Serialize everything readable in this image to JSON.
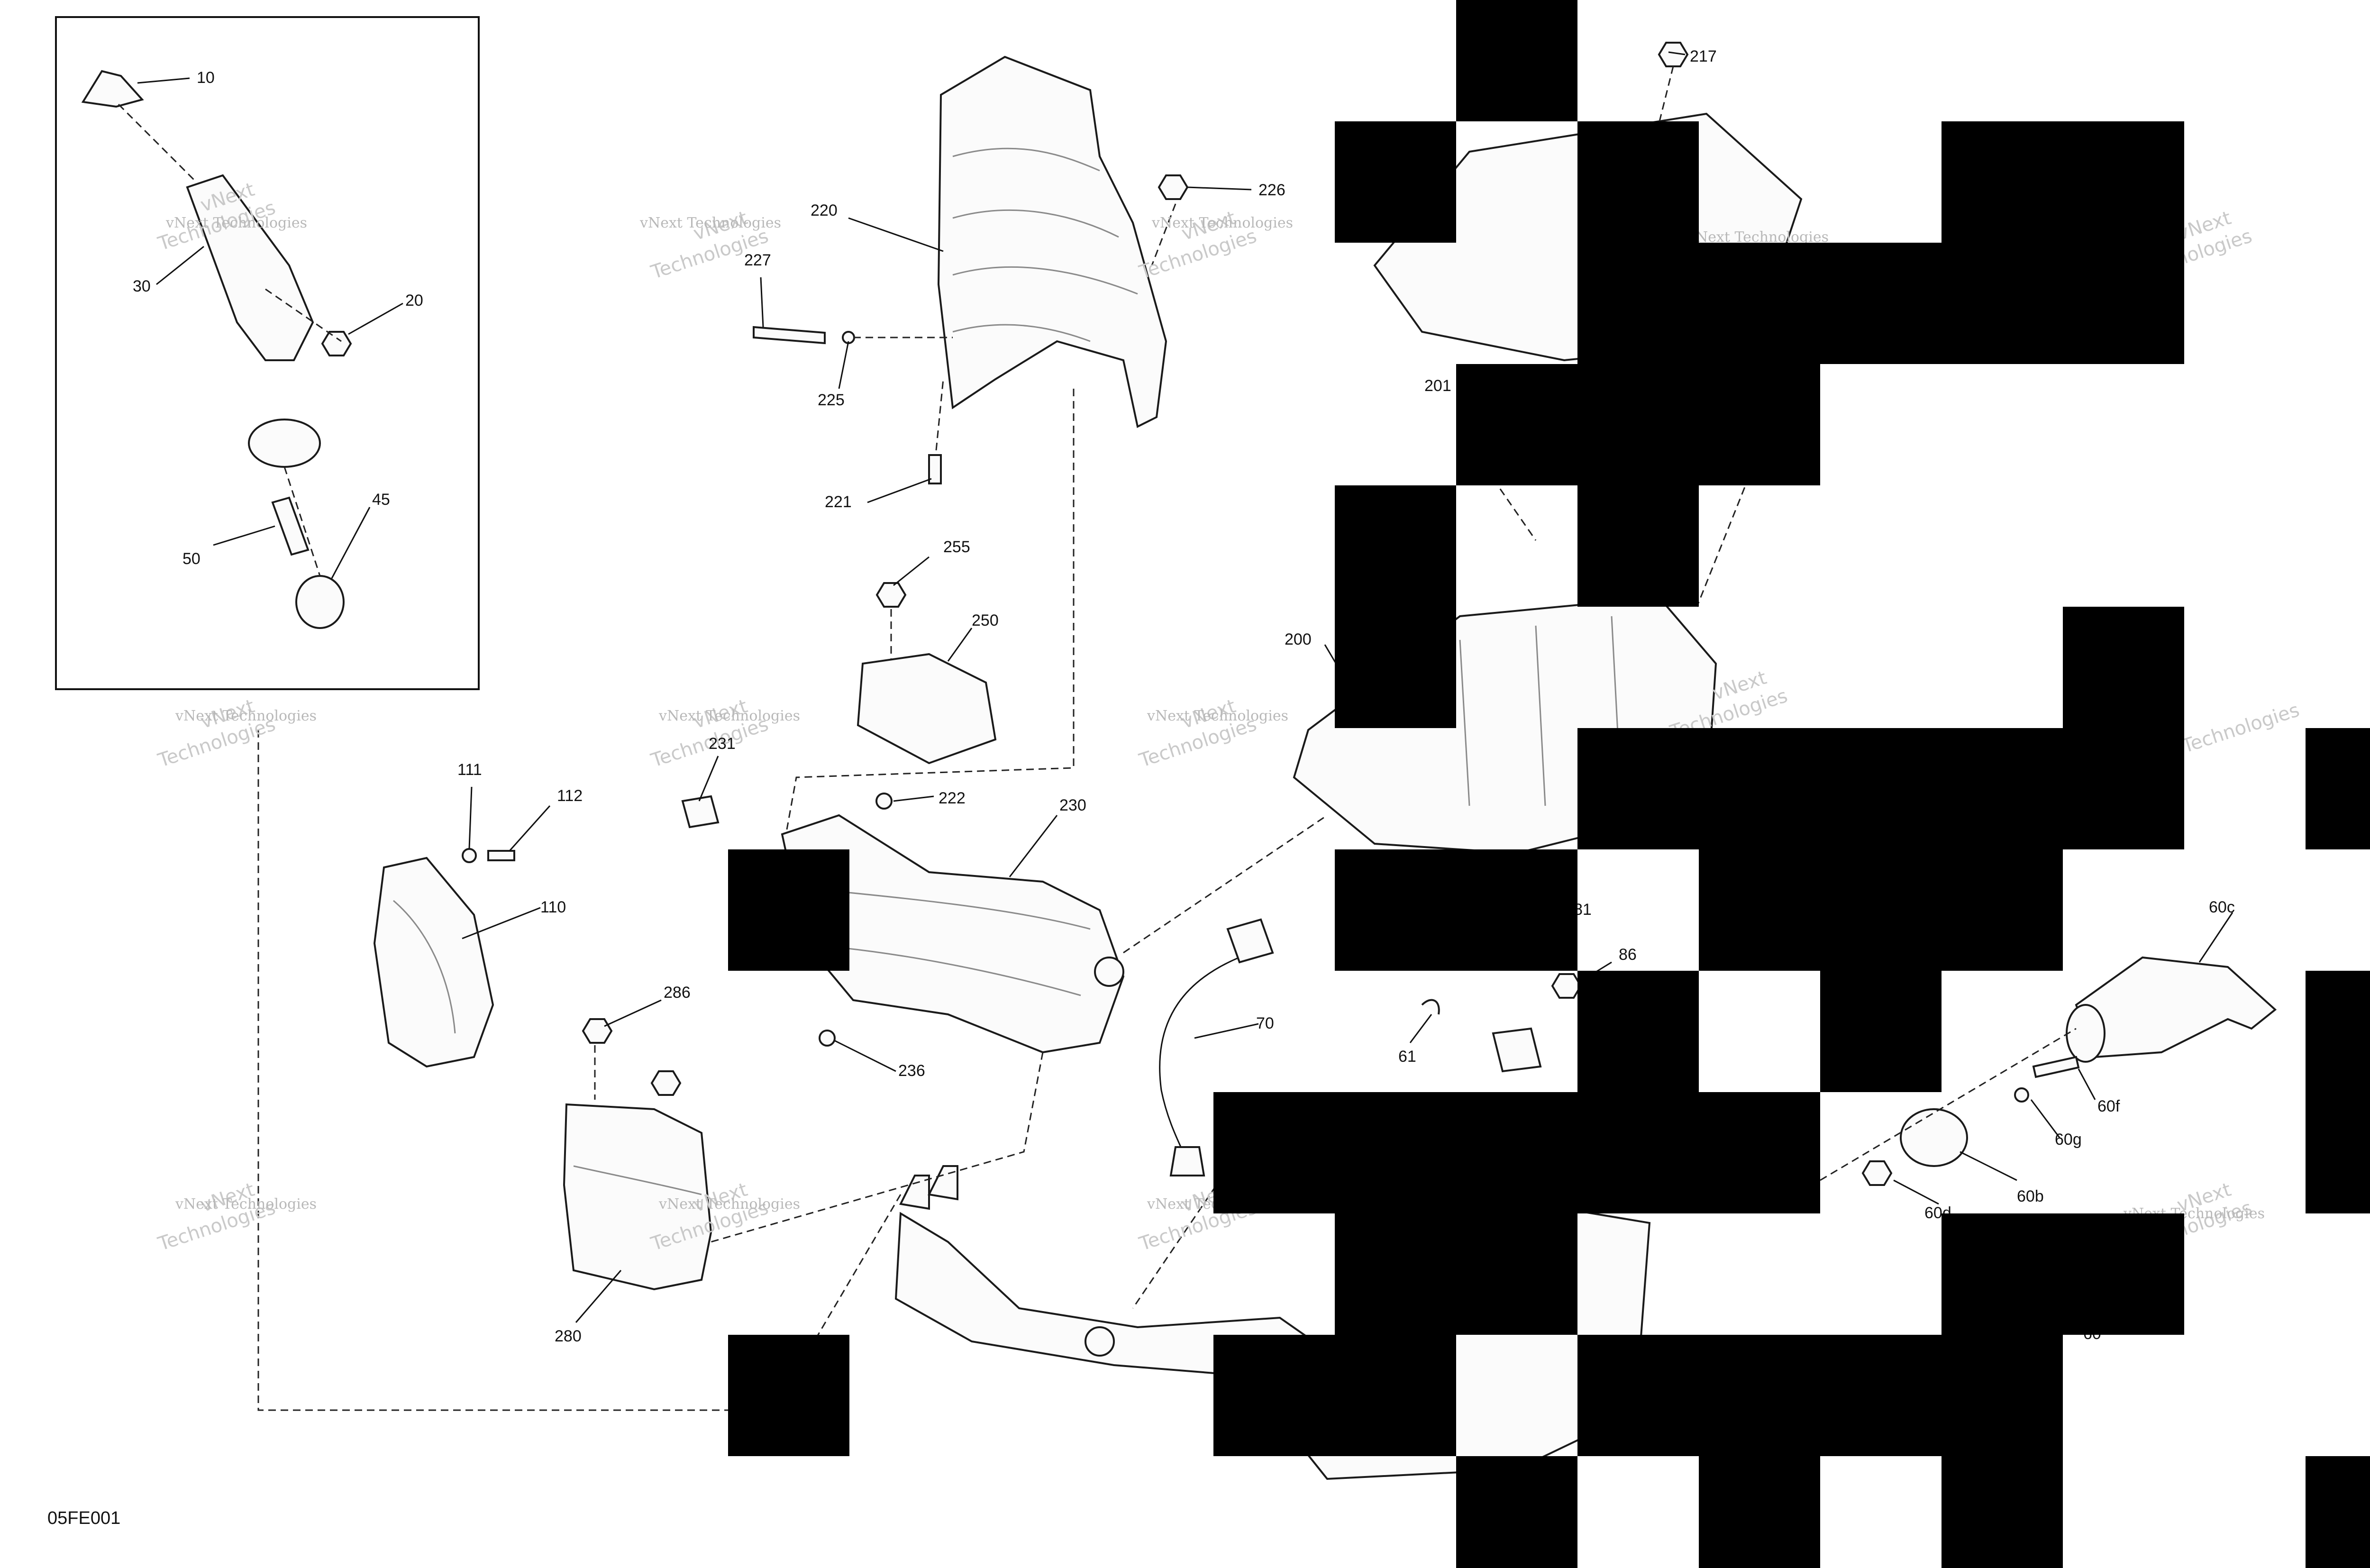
{
  "diagram_code": "05FE001",
  "watermark_lines": [
    "vNext",
    "Technologies"
  ],
  "watermark_inline": "vNext Technologies",
  "labels": {
    "l10": "10",
    "l20": "20",
    "l30": "30",
    "l45": "45",
    "l50": "50",
    "l60b": "60b",
    "l60c": "60c",
    "l60d": "60d",
    "l60f": "60f",
    "l60g": "60g",
    "l61": "61",
    "l70": "70",
    "l81": "81",
    "l86": "86",
    "l110": "110",
    "l111": "111",
    "l112": "112",
    "l200": "200",
    "l201": "201",
    "l217": "217",
    "l220": "220",
    "l221": "221",
    "l222": "222",
    "l225": "225",
    "l226": "226",
    "l227": "227",
    "l230": "230",
    "l231": "231",
    "l236": "236",
    "l250": "250",
    "l255": "255",
    "l280": "280",
    "l286": "286",
    "l60": "60"
  },
  "colors": {
    "line": "#1a1a1a",
    "watermark": "#b8b8b8",
    "redaction": "#000000"
  }
}
